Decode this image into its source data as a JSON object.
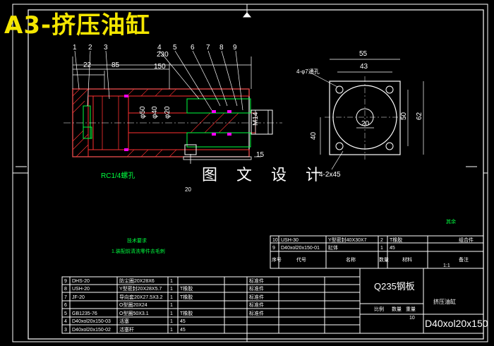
{
  "title": "A3-挤压油缸",
  "watermark": "图 文 设 计",
  "part_numbers": [
    "1",
    "2",
    "3",
    "4",
    "5",
    "6",
    "7",
    "8",
    "9"
  ],
  "dimensions": {
    "d22": "22",
    "d85": "85",
    "d150": "150",
    "d230": "230",
    "d15": "15",
    "phi50": "φ50",
    "phi40": "φ40",
    "phi20": "φ20",
    "m14": "M14",
    "d55": "55",
    "d43": "43",
    "holes": "4-φ7通孔",
    "d50": "50",
    "d62": "62",
    "d20": "20",
    "d40": "40",
    "chamfer": "4-2x45",
    "port": "RC1/4螺孔",
    "dim_bottom": "20"
  },
  "notes": {
    "tech_req_title": "技术要求",
    "tech_req_line": "1.装配前清洗零件去毛刺",
    "other": "其余"
  },
  "top_table": [
    [
      "10",
      "USH-30",
      "Y型密封40X30X7",
      "2",
      "T橡胶",
      ""
    ],
    [
      "9",
      "D40xol20x150-01",
      "缸体",
      "1",
      "45",
      "组合件"
    ]
  ],
  "top_headers": [
    "序号",
    "代号",
    "名称",
    "数量",
    "材料",
    "备注"
  ],
  "parts_list": [
    [
      "9",
      "DHS-20",
      "防尘圈20X28X6",
      "1",
      "",
      "标准件"
    ],
    [
      "8",
      "USH-20",
      "Y型密封20X28X5.7",
      "1",
      "T橡胶",
      "标准件"
    ],
    [
      "7",
      "JF-20",
      "导向套20X27.5X3.2",
      "1",
      "T橡胶",
      "标准件"
    ],
    [
      "6",
      "",
      "O型圈20X24",
      "1",
      "",
      "标准件"
    ],
    [
      "5",
      "GB1235-76",
      "O型圈50X3.1",
      "1",
      "T橡胶",
      "标准件"
    ],
    [
      "4",
      "D40xol20x150-03",
      "活塞",
      "1",
      "45",
      ""
    ],
    [
      "3",
      "D40xol20x150-02",
      "活塞杆",
      "1",
      "45",
      ""
    ]
  ],
  "title_block": {
    "material": "Q235钢板",
    "name": "挤压油缸",
    "drawing_no": "D40xol20x150",
    "scale_num": "10",
    "scale_label": "1:1",
    "mark_a": "比例",
    "mark_b": "数量",
    "mark_c": "重量"
  }
}
